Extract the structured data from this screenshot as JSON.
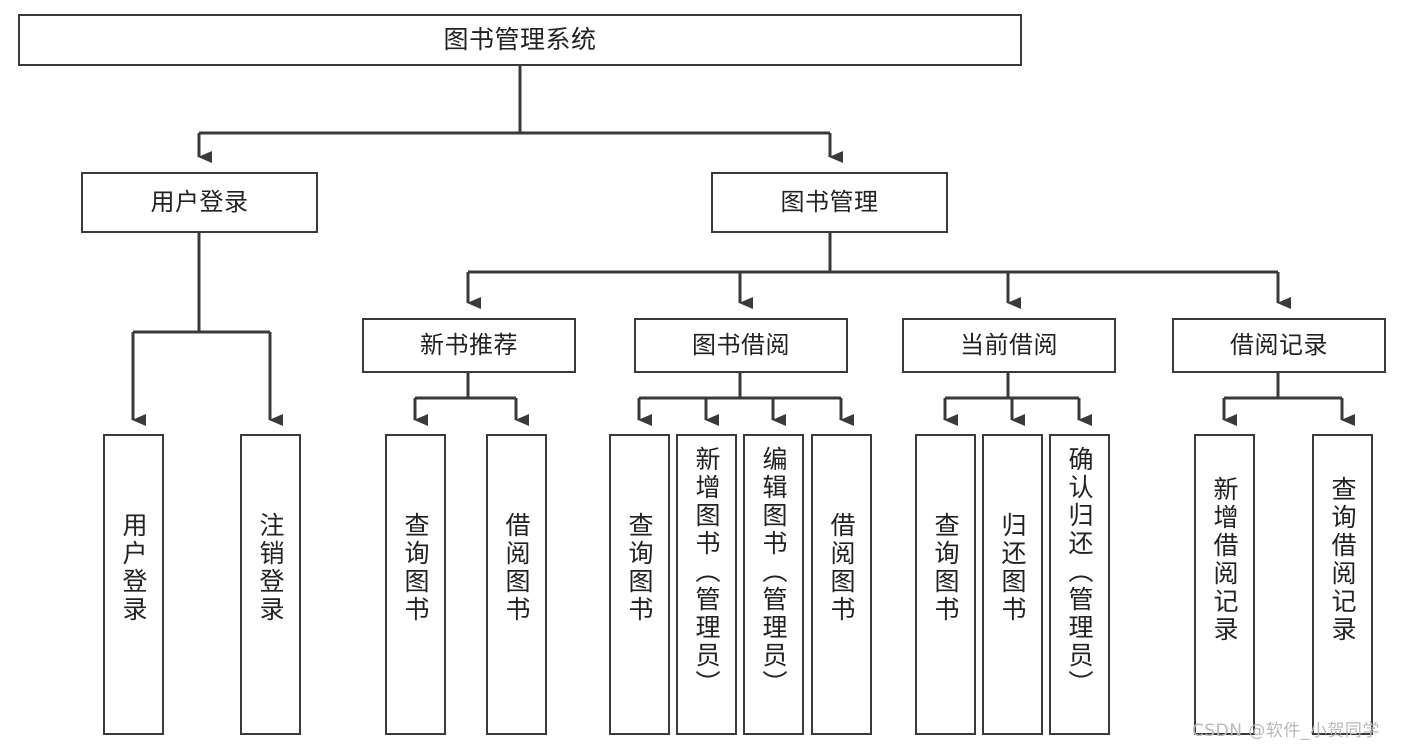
{
  "diagram": {
    "title": "图书管理系统",
    "type": "tree-hierarchy-flowchart",
    "colors": {
      "box_stroke": "#3a3a3a",
      "box_fill": "#ffffff",
      "connector": "#3a3a3a",
      "text": "#222222",
      "watermark": "#b9b9b9",
      "background": "#ffffff"
    },
    "levels": {
      "root": {
        "label": "图书管理系统",
        "orientation": "horizontal"
      },
      "level2": [
        {
          "id": "user-login",
          "label": "用户登录",
          "orientation": "horizontal"
        },
        {
          "id": "book-management",
          "label": "图书管理",
          "orientation": "horizontal"
        }
      ],
      "level3": [
        {
          "id": "new-book-recommend",
          "label": "新书推荐",
          "orientation": "horizontal"
        },
        {
          "id": "book-borrow",
          "label": "图书借阅",
          "orientation": "horizontal"
        },
        {
          "id": "current-borrow",
          "label": "当前借阅",
          "orientation": "horizontal"
        },
        {
          "id": "borrow-record",
          "label": "借阅记录",
          "orientation": "horizontal"
        }
      ],
      "leaves": [
        {
          "id": "leaf-user-login",
          "label": "用户登录",
          "parent": "user-login",
          "orientation": "vertical"
        },
        {
          "id": "leaf-user-logout",
          "label": "注销登录",
          "parent": "user-login",
          "orientation": "vertical"
        },
        {
          "id": "leaf-query-book-1",
          "label": "查询图书",
          "parent": "new-book-recommend",
          "orientation": "vertical"
        },
        {
          "id": "leaf-borrow-book-1",
          "label": "借阅图书",
          "parent": "new-book-recommend",
          "orientation": "vertical"
        },
        {
          "id": "leaf-query-book-2",
          "label": "查询图书",
          "parent": "book-borrow",
          "orientation": "vertical"
        },
        {
          "id": "leaf-add-book",
          "label": "新增图书（管理员）",
          "parent": "book-borrow",
          "orientation": "vertical"
        },
        {
          "id": "leaf-edit-book",
          "label": "编辑图书（管理员）",
          "parent": "book-borrow",
          "orientation": "vertical"
        },
        {
          "id": "leaf-borrow-book-2",
          "label": "借阅图书",
          "parent": "book-borrow",
          "orientation": "vertical"
        },
        {
          "id": "leaf-query-book-3",
          "label": "查询图书",
          "parent": "current-borrow",
          "orientation": "vertical"
        },
        {
          "id": "leaf-return-book",
          "label": "归还图书",
          "parent": "current-borrow",
          "orientation": "vertical"
        },
        {
          "id": "leaf-confirm-return",
          "label": "确认归还（管理员）",
          "parent": "current-borrow",
          "orientation": "vertical"
        },
        {
          "id": "leaf-add-record",
          "label": "新增借阅记录",
          "parent": "borrow-record",
          "orientation": "vertical"
        },
        {
          "id": "leaf-query-record",
          "label": "查询借阅记录",
          "parent": "borrow-record",
          "orientation": "vertical"
        }
      ]
    },
    "watermark": "CSDN @软件_小贺同学"
  }
}
